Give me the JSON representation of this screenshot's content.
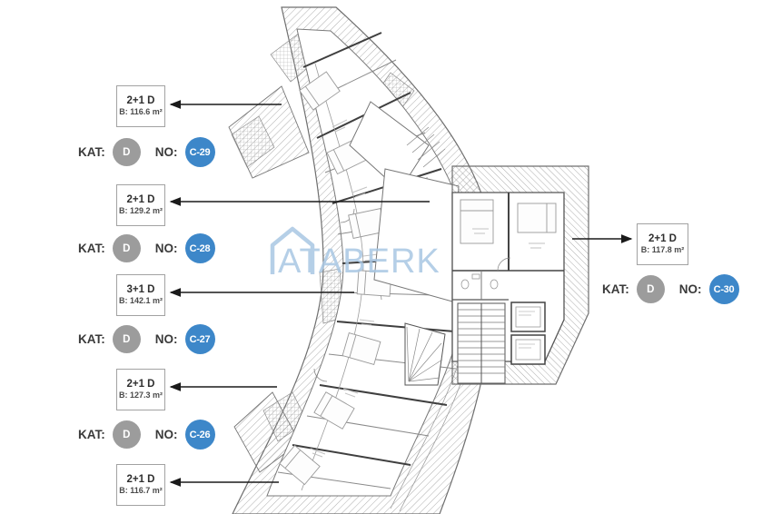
{
  "page": {
    "background": "#ffffff"
  },
  "legend": {
    "kat_label": "KAT:",
    "no_label": "NO:"
  },
  "watermark": {
    "full": "ATABERK",
    "color": "#a9c7e3",
    "icon": "house-outline"
  },
  "left_units": [
    {
      "type": "2+1 D",
      "area": "B: 116.6 m²",
      "kat": "D",
      "no": "C-29"
    },
    {
      "type": "2+1 D",
      "area": "B: 129.2 m²",
      "kat": "D",
      "no": "C-28"
    },
    {
      "type": "3+1 D",
      "area": "B: 142.1 m²",
      "kat": "D",
      "no": "C-27"
    },
    {
      "type": "2+1 D",
      "area": "B: 127.3 m²",
      "kat": "D",
      "no": "C-26"
    },
    {
      "type": "2+1 D",
      "area": "B: 116.7 m²"
    }
  ],
  "right_unit": {
    "type": "2+1 D",
    "area": "B: 117.8 m²",
    "kat": "D",
    "no": "C-30"
  },
  "colors": {
    "kat_circle": "#9c9c9c",
    "no_circle": "#3d87c9",
    "arrow": "#1a1a1a",
    "box_border": "#a2a2a2"
  }
}
